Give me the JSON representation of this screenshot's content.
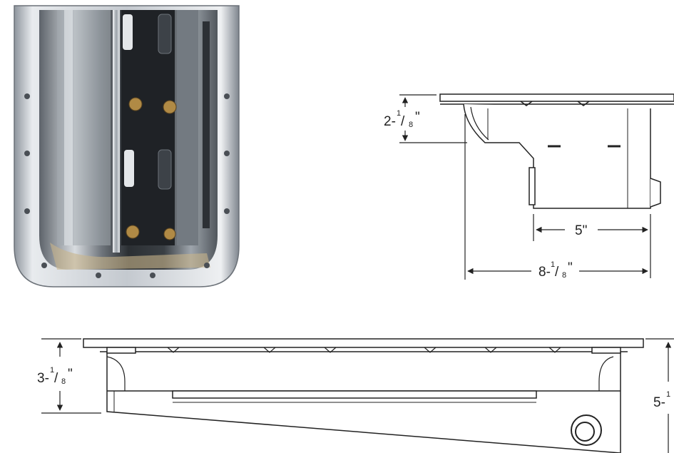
{
  "dimensions": {
    "side_depth": {
      "whole": "2-",
      "num": "1",
      "den": "8",
      "mark": "\""
    },
    "bottom_width": {
      "text": "5\""
    },
    "overall_width": {
      "whole": "8-",
      "num": "1",
      "den": "8",
      "mark": "\""
    },
    "front_depth": {
      "whole": "3-",
      "num": "1",
      "den": "8",
      "mark": "\""
    },
    "overall_height": {
      "whole": "5-",
      "num": "1"
    }
  },
  "colors": {
    "line": "#222222",
    "steel_light": "#d9dde2",
    "steel_mid": "#9aa1a9",
    "steel_dark": "#3b3f44",
    "bolt": "#b08a45"
  }
}
